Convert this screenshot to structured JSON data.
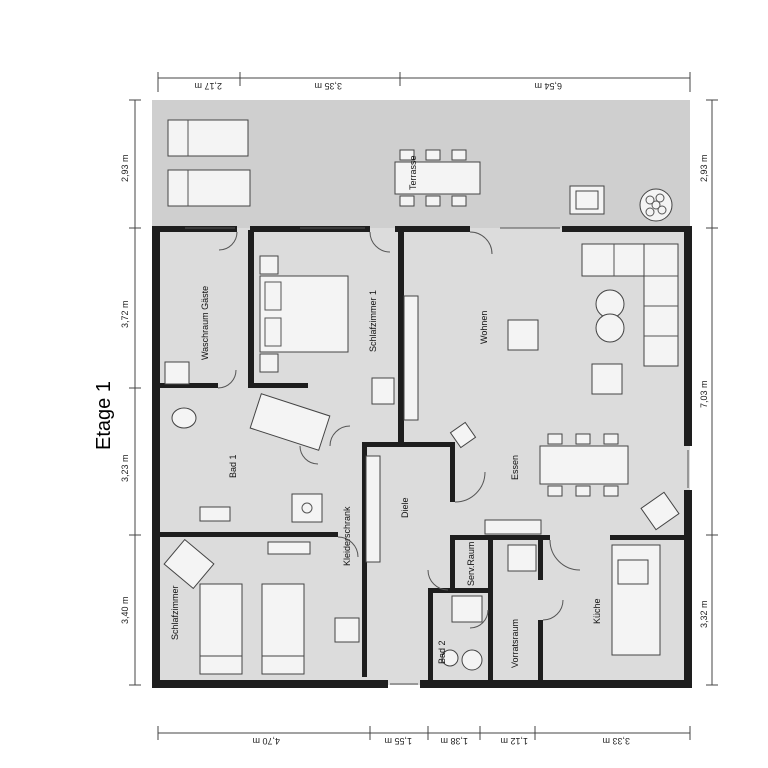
{
  "title": "Etage 1",
  "dims_top": [
    "2,17 m",
    "3,35 m",
    "6,54 m"
  ],
  "dims_bottom": [
    "4,70 m",
    "1,55 m",
    "1,38 m",
    "1,12 m",
    "3,33 m"
  ],
  "dims_left": [
    "2,93 m",
    "3,72 m",
    "3,23 m",
    "3,40 m"
  ],
  "dims_right": [
    "2,93 m",
    "7,03 m",
    "3,32 m"
  ],
  "rooms": {
    "terrasse": "Terrasse",
    "waschraum": "Waschraum Gäste",
    "schlafzimmer1": "Schlafzimmer 1",
    "wohnen": "Wohnen",
    "bad1": "Bad 1",
    "essen": "Essen",
    "kleiderschrank": "Kleiderschrank",
    "diele": "Diele",
    "servraum": "Serv.Raum",
    "schlafzimmer": "Schlafzimmer",
    "bad2": "Bad 2",
    "vorratsraum": "Vorratsraum",
    "kueche": "Küche"
  }
}
